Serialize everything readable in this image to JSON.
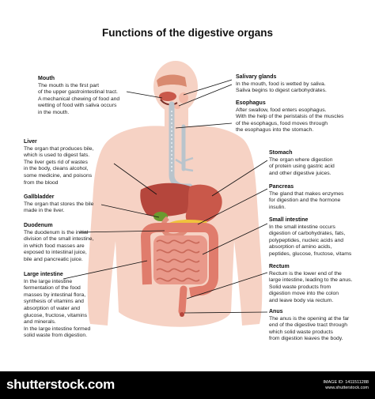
{
  "title": "Functions of the digestive organs",
  "colors": {
    "skin": "#f6d2c4",
    "organ_red": "#c9584a",
    "liver": "#b5463c",
    "gallbladder": "#6b9a2f",
    "pancreas": "#f0c23c",
    "intestine": "#e07c6c",
    "esophagus": "#b9c4cc"
  },
  "labels": {
    "mouth": {
      "heading": "Mouth",
      "text": "The mouth is the first part\nof the upper gastrointestinal tract.\nA mechanical chewing of food and\nwetting of food with saliva occurs\nin the mouth."
    },
    "liver": {
      "heading": "Liver",
      "text": "The organ that produces bile,\nwhich is used to digest fats.\nThe liver gets rid of wastes\nin the body, cleans alcohol,\nsome medicine, and poisons\nfrom the blood"
    },
    "gallbladder": {
      "heading": "Gallbladder",
      "text": "The organ that stores the bile\nmade in the liver."
    },
    "duodenum": {
      "heading": "Duodenum",
      "text": "The duodenum is the initial\ndivision of the small intestine,\nin which food masses are\nexposed to intestinal juice,\nbile and pancreatic juice."
    },
    "large_intestine": {
      "heading": "Large intestine",
      "text": "In the large intestine\nfermentation of the food\nmasses by intestinal flora,\nsynthesis of vitamins and\nabsorption of water and\nglucose, fructose, vitamins\nand minerals.\nIn the large intestine formed\nsolid waste from digestion."
    },
    "salivary_glands": {
      "heading": "Salivary glands",
      "text": "In the mouth, food is wetted by saliva.\nSaliva begins to digest carbohydrates."
    },
    "esophagus": {
      "heading": "Esophagus",
      "text": "After swallow, food enters esophagus.\nWith the help of the peristalsis of the muscles\nof the esophagus, food moves through\nthe esophagus into the stomach."
    },
    "stomach": {
      "heading": "Stomach",
      "text": "The organ where digestion\nof protein using gastric acid\nand other digestive juices."
    },
    "pancreas": {
      "heading": "Pancreas",
      "text": "The gland that makes enzymes\nfor digestion and the hormone\ninsulin."
    },
    "small_intestine": {
      "heading": "Small intestine",
      "text": "In the small intestine occurs\ndigestion of carbohydrates, fats,\npolypeptides, nucleic acids and\nabsorption of amino acids,\npeptides, glucose, fructose, vitams"
    },
    "rectum": {
      "heading": "Rectum",
      "text": "Rectum is the lower end of the\nlarge intestine, leading to the anus.\nSolid waste products from\ndigestion move into the colon\nand leave body via rectum."
    },
    "anus": {
      "heading": "Anus",
      "text": "The anus is the opening at the far\nend of the digestive tract through\nwhich solid waste products\nfrom digestion leaves the body."
    }
  },
  "footer": {
    "brand": "shutterstock.com",
    "image_id": "IMAGE ID: 1411511288",
    "site": "www.shutterstock.com"
  }
}
